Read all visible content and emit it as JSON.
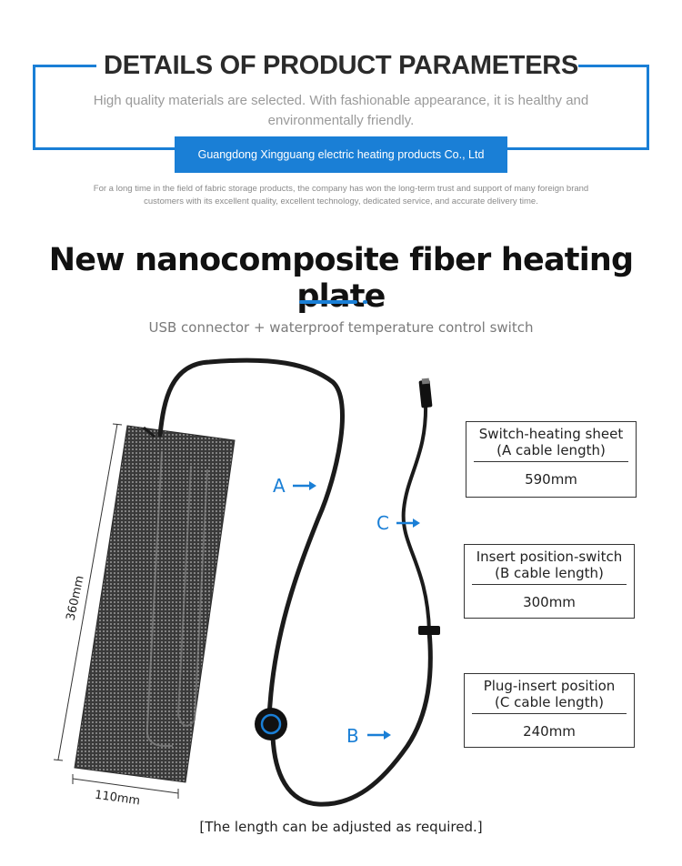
{
  "header": {
    "title": "DETAILS OF PRODUCT PARAMETERS",
    "subtitle": "High quality materials are selected. With fashionable appearance, it is healthy and environmentally friendly.",
    "company": "Guangdong Xingguang electric heating products Co., Ltd",
    "about": "For a long time in the field of fabric storage products, the company has won the long-term trust and support of many foreign brand customers with its excellent quality, excellent technology, dedicated service, and accurate delivery time."
  },
  "product": {
    "title": "New nanocomposite fiber heating plate",
    "subtitle": "USB connector + waterproof temperature control switch",
    "dims": {
      "length": "360mm",
      "width": "110mm"
    },
    "labels": {
      "a": "A",
      "b": "B",
      "c": "C"
    },
    "specs": [
      {
        "title": "Switch-heating sheet",
        "sub": "(A cable length)",
        "value": "590mm"
      },
      {
        "title": "Insert position-switch",
        "sub": "(B cable length)",
        "value": "300mm"
      },
      {
        "title": "Plug-insert position",
        "sub": "(C cable length)",
        "value": "240mm"
      }
    ],
    "note": "[The length can be adjusted as required.]"
  },
  "colors": {
    "accent": "#1a7fd6",
    "cable": "#1b1b1b",
    "sheet": "#3c3c3c"
  }
}
